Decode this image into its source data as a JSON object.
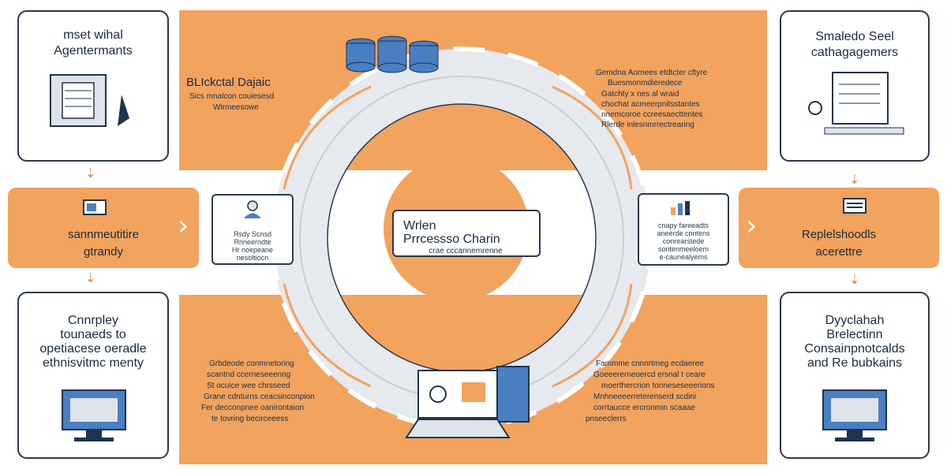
{
  "colors": {
    "orange": "#f2a35d",
    "navy": "#2b3a4e",
    "ring": "#dfe3ea"
  },
  "cards": {
    "top_left": {
      "line1": "mset wihal",
      "line2": "Agentermants"
    },
    "top_right": {
      "line1": "Smaledo Seel",
      "line2": "cathagagemers"
    },
    "bottom_left": {
      "line1": "Cnnrpley",
      "line2": "tounaeds to",
      "line3": "opetiacese oeradle",
      "line4": "ethnisvitmc menty"
    },
    "bottom_right": {
      "line1": "Dyyclahah",
      "line2": "Brelectinn",
      "line3": "Consainpnotcalds",
      "line4": "and Re bubkains"
    }
  },
  "side_boxes": {
    "left": {
      "line1": "sannmeutitire",
      "line2": "gtrandy"
    },
    "right": {
      "line1": "Replelshoodls",
      "line2": "acerettre"
    }
  },
  "small_boxes": {
    "left": {
      "line1": "Rsdy Scnsd",
      "line2": "Rnneerndte",
      "line3": "Hr noepeane",
      "line4": "nesoltiocn"
    },
    "right": {
      "line1": "cnapy fareeadts",
      "line2": "aneerde contens",
      "line3": "conrearstede",
      "line4": "sontenmeeloem",
      "line5": "e-caunealyems"
    }
  },
  "center": {
    "line1": "Wrlen",
    "line2": "Prrcessso Charin",
    "caption": "crae cccannemrenne"
  },
  "top_left_block": {
    "line1": "BLIckctal Dajaic",
    "line2": "Sics mnalcon couiesesd",
    "line3": "Wirmeesowe"
  },
  "top_right_block": {
    "heading1": "Gemdna Aornees etdtcter cftyre",
    "heading2": "Buesmonmdieredece",
    "bullets": [
      "Gatchty x nes al wraid",
      "chochat acmeerpnitsstantes",
      "nnemcoroe ccreesaecttentes",
      "Rlerde inlesnmrrectrearing"
    ]
  },
  "bottom_left_block": {
    "lines": [
      "Grbdeode conmnetoring",
      "scantnd ccerneseeenng",
      "St ocuice wee chrsseed",
      "Grane cdnturns ceacsinconpion",
      "Fer decconpnee oanirontaion",
      "te tovring becirceeess"
    ]
  },
  "bottom_right_block": {
    "lines": [
      "Fammme cnnnrtmeg ecdaeree",
      "Goeeererneoercd ersnal t ceare",
      "moerthercrion tonneseseeerions",
      "Mnhneeeerreterenserd scdini",
      "corrtaucce ercronmin scaaae",
      "pnseeclerrs"
    ]
  }
}
